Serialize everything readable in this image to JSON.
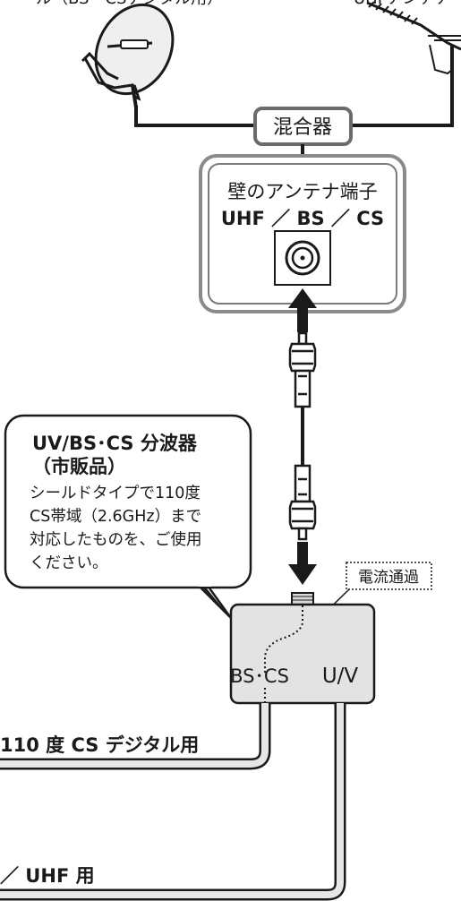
{
  "top_fragment_left": "ル（BS・CSデジタル用）",
  "top_fragment_right": "UHFアンテナ",
  "mixer": {
    "label": "混合器"
  },
  "wall_outlet": {
    "title": "壁のアンテナ端子",
    "bands": "UHF ／ BS ／ CS"
  },
  "splitter_callout": {
    "title_line1": "UV/BS･CS 分波器",
    "title_line2": "（市販品）",
    "body_line1": "シールドタイプで110度",
    "body_line2": "CS帯域（2.6GHz）まで",
    "body_line3": "対応したものを、ご使用",
    "body_line4": "ください。"
  },
  "current_pass_label": "電流通過",
  "splitter": {
    "port_bscs": "BS･CS",
    "port_uv": "U/V"
  },
  "cable_labels": {
    "bscs_cable": "110 度 CS デジタル用",
    "uhf_cable": "／ UHF 用"
  },
  "colors": {
    "line": "#1a1a1a",
    "box_border": "#6b6b6b",
    "splitter_fill": "#e3e3e3",
    "dish_fill": "#efefef"
  }
}
